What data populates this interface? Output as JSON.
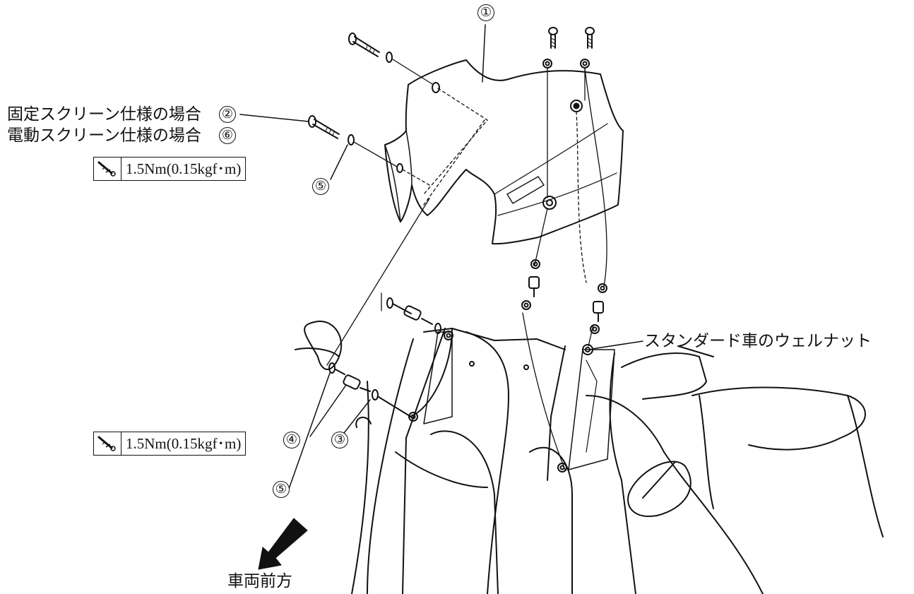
{
  "callouts": {
    "c1": "①",
    "c2": "②",
    "c3": "③",
    "c4": "④",
    "c5_upper": "⑤",
    "c5_lower": "⑤",
    "c6": "⑥"
  },
  "labels": {
    "fixed_screen": "固定スクリーン仕様の場合",
    "electric_screen": "電動スクリーン仕様の場合",
    "standard_nut": "スタンダード車のウェルナット",
    "vehicle_front": "車両前方"
  },
  "torque": {
    "upper": "1.5Nm(0.15kgf･m)",
    "lower": "1.5Nm(0.15kgf･m)",
    "icon": "torque-wrench-icon"
  },
  "icons": {
    "front_arrow": "front-direction-arrow-icon"
  }
}
